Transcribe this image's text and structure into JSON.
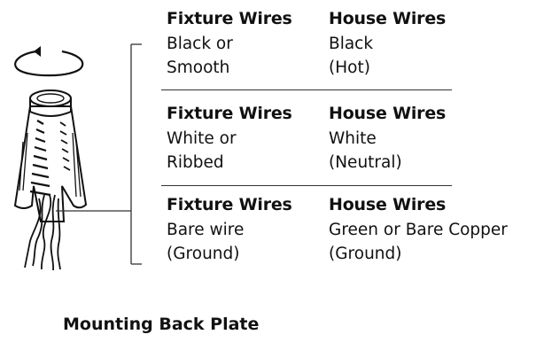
{
  "groups": [
    {
      "fixture_header": "Fixture Wires",
      "house_header": "House Wires",
      "fixture_lines": [
        "Black or",
        "Smooth"
      ],
      "house_lines": [
        "Black",
        "(Hot)"
      ]
    },
    {
      "fixture_header": "Fixture Wires",
      "house_header": "House Wires",
      "fixture_lines": [
        "White or",
        "Ribbed"
      ],
      "house_lines": [
        "White",
        "(Neutral)"
      ]
    },
    {
      "fixture_header": "Fixture Wires",
      "house_header": "House Wires",
      "fixture_lines": [
        "Bare wire",
        "(Ground)"
      ],
      "house_lines": [
        "Green or Bare Copper",
        "(Ground)"
      ]
    }
  ],
  "section_title": "Mounting Back Plate"
}
